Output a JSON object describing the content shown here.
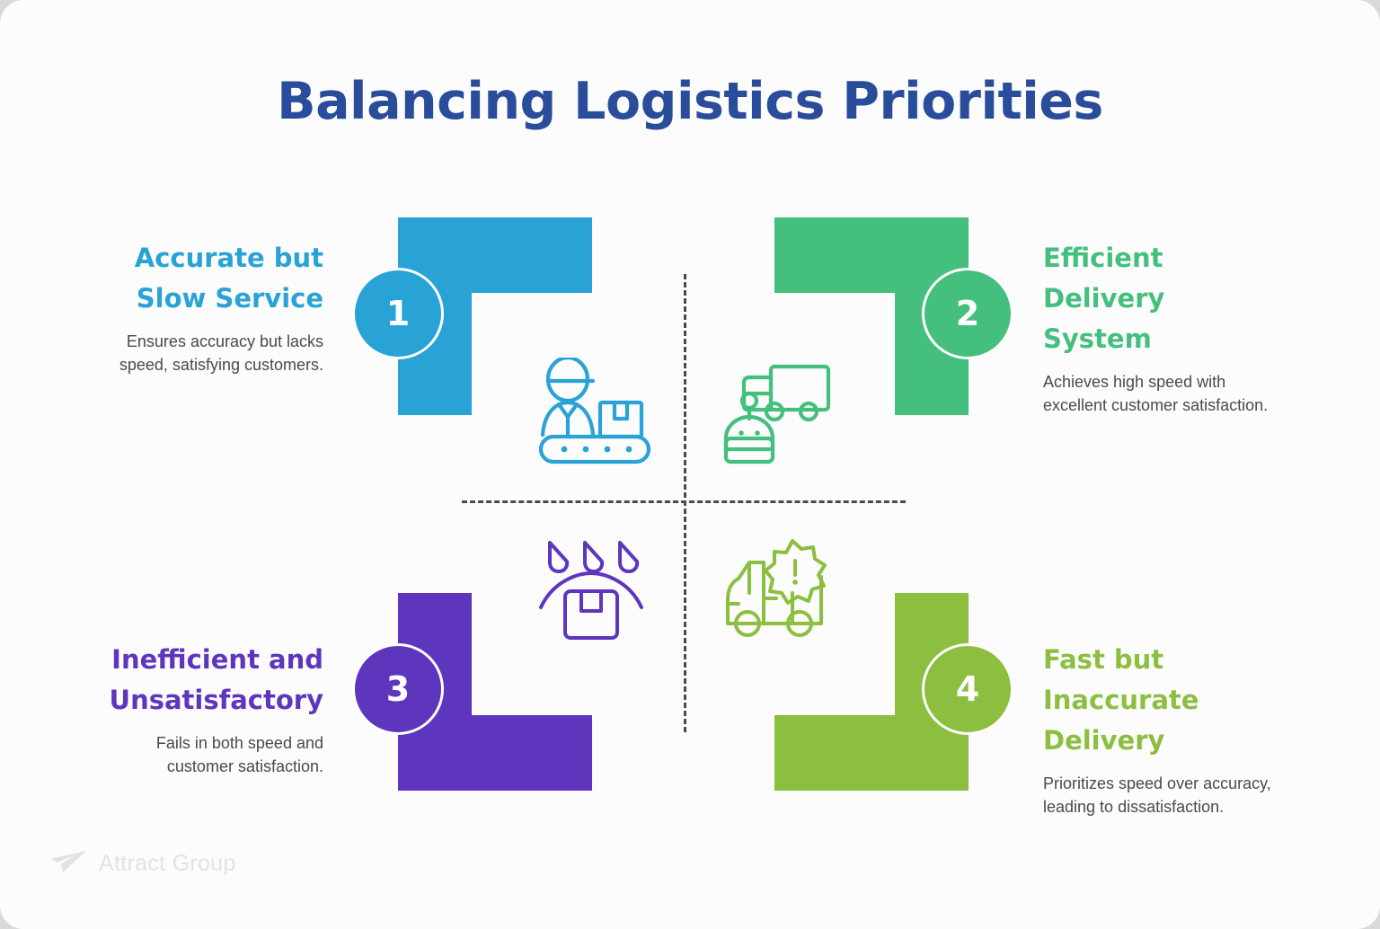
{
  "title": "Balancing Logistics Priorities",
  "colors": {
    "title": "#2a4d9b",
    "quadrant1": "#29a3d6",
    "quadrant2": "#44bf7e",
    "quadrant3": "#5e36be",
    "quadrant4": "#8cbf3f",
    "body_text": "#4a4a4a",
    "divider": "#4a4a4a",
    "background": "#fcfcfd",
    "logo": "#e2e2e4"
  },
  "quadrants": [
    {
      "number": "1",
      "heading": "Accurate but Slow Service",
      "description": "Ensures accuracy but lacks speed, satisfying customers.",
      "icon_name": "worker-conveyor-package-icon",
      "color": "#29a3d6"
    },
    {
      "number": "2",
      "heading": "Efficient Delivery System",
      "description": "Achieves high speed with excellent customer satisfaction.",
      "icon_name": "delivery-truck-robot-icon",
      "color": "#44bf7e"
    },
    {
      "number": "3",
      "heading": "Inefficient and Unsatisfactory",
      "description": "Fails in both speed and customer satisfaction.",
      "icon_name": "rain-damaged-package-icon",
      "color": "#5e36be"
    },
    {
      "number": "4",
      "heading": "Fast but Inaccurate Delivery",
      "description": "Prioritizes speed over accuracy, leading to dissatisfaction.",
      "icon_name": "truck-warning-alert-icon",
      "color": "#8cbf3f"
    }
  ],
  "footer": {
    "brand": "Attract Group",
    "logo_icon": "paper-plane-icon"
  }
}
